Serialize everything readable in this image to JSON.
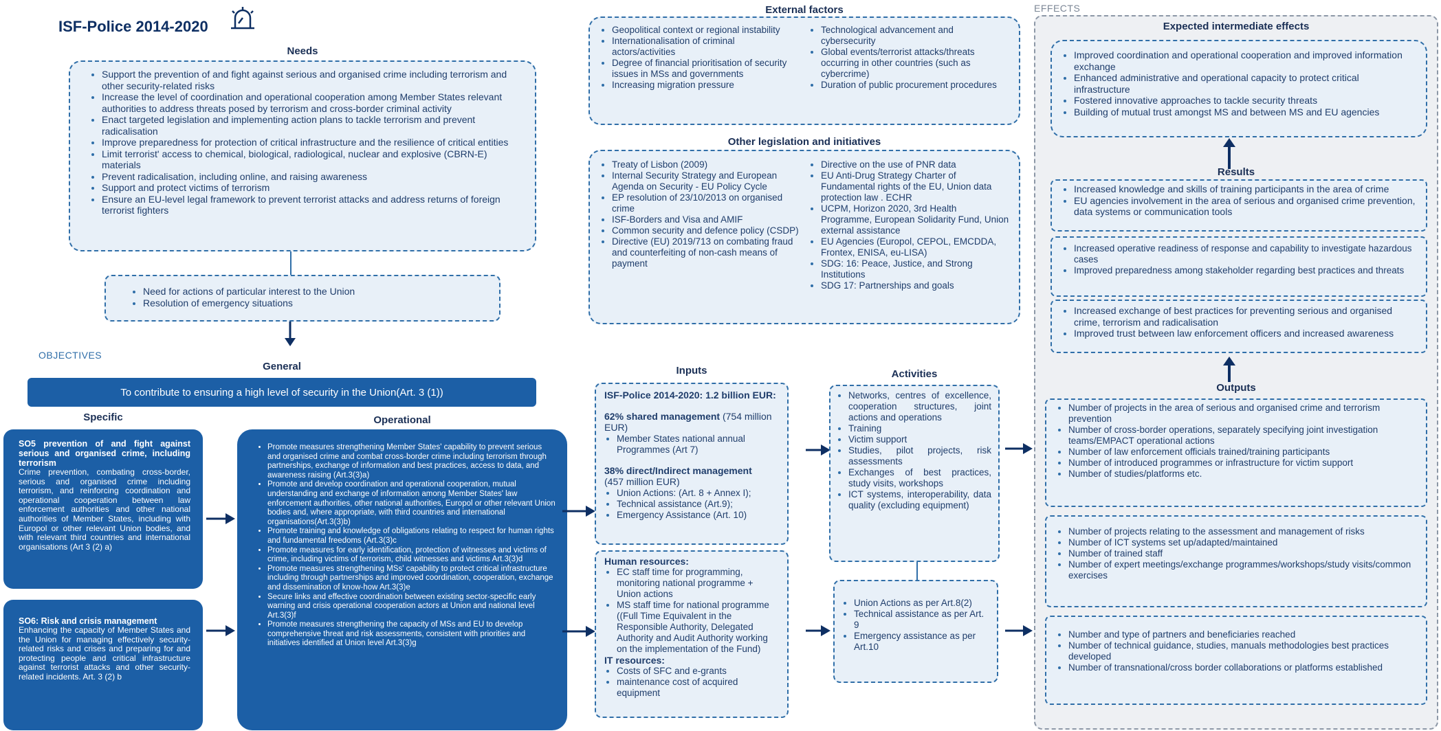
{
  "title": "ISF-Police 2014-2020",
  "sections": {
    "objectives": "OBJECTIVES",
    "effects": "EFFECTS"
  },
  "needs": {
    "heading": "Needs",
    "items": [
      "Support the prevention of and fight against serious and organised crime including terrorism and other security-related risks",
      "Increase the level of coordination and operational cooperation among Member States relevant authorities to address threats posed by terrorism and cross-border criminal activity",
      "Enact targeted legislation and implementing action plans to tackle terrorism and prevent radicalisation",
      "Improve preparedness for protection of critical infrastructure and the resilience of critical entities",
      "Limit terrorist' access to chemical, biological, radiological, nuclear and explosive (CBRN-E) materials",
      "Prevent radicalisation, including online, and raising awareness",
      "Support and protect victims of terrorism",
      "Ensure an EU-level legal framework to prevent terrorist attacks and address returns of foreign terrorist fighters"
    ]
  },
  "need_actions": {
    "items": [
      "Need for actions of particular interest to the Union",
      "Resolution of emergency situations"
    ]
  },
  "general": {
    "heading": "General",
    "text": "To contribute to ensuring a high level of security in the Union(Art. 3 (1))"
  },
  "specific": {
    "heading": "Specific",
    "so5_title": "SO5 prevention of and fight against serious and organised crime, including terrorism",
    "so5_text": "Crime prevention, combating cross-border, serious and organised crime including terrorism, and reinforcing coordination and operational cooperation between law enforcement authorities and other national authorities of Member States, including with Europol or other relevant Union bodies, and with relevant third countries and international organisations (Art 3 (2) a)",
    "so6_title": "SO6: Risk and crisis management",
    "so6_text": "Enhancing the capacity of Member States and the Union for managing effectively security-related risks and crises and preparing for and protecting people and critical infrastructure against terrorist attacks and other security-related incidents. Art. 3 (2) b"
  },
  "operational": {
    "heading": "Operational",
    "items": [
      "Promote measures strengthening Member States' capability to prevent serious and organised crime and combat cross-border crime including terrorism through partnerships, exchange of information and best practices, access to data, and awareness raising (Art.3(3)a)",
      "Promote and develop coordination and operational cooperation, mutual understanding and exchange of information among Member States' law enforcement authorities, other national authorities, Europol or other relevant Union bodies and, where appropriate, with third countries and international organisations(Art.3(3)b)",
      "Promote training and knowledge of obligations relating to respect for human rights and fundamental freedoms (Art.3(3)c",
      "Promote measures for early identification, protection of witnesses and victims of crime, including victims of terrorism, child witnesses and victims Art.3(3)d",
      "Promote measures strengthening MSs' capability to protect critical infrastructure including through partnerships and improved coordination, cooperation, exchange and dissemination of know-how Art.3(3)e",
      "Secure links and effective coordination between existing sector-specific early warning and crisis operational cooperation actors at Union and national level Art.3(3)f",
      "Promote measures strengthening the capacity of MSs and EU to develop comprehensive threat and risk assessments, consistent with priorities and initiatives identified at Union level Art.3(3)g"
    ]
  },
  "external": {
    "heading": "External factors",
    "left": [
      "Geopolitical context or regional instability",
      "Internationalisation of criminal actors/activities",
      "Degree of financial prioritisation of security issues in MSs and governments",
      "Increasing migration pressure"
    ],
    "right": [
      "Technological advancement and cybersecurity",
      "Global events/terrorist attacks/threats occurring in other countries (such as cybercrime)",
      "Duration of public procurement procedures"
    ]
  },
  "legislation": {
    "heading": "Other legislation and initiatives",
    "left": [
      "Treaty of Lisbon (2009)",
      "Internal Security Strategy and European Agenda on Security - EU Policy Cycle",
      "EP resolution of 23/10/2013 on organised crime",
      "ISF-Borders and Visa and AMIF",
      "Common security and defence policy (CSDP)",
      "Directive (EU) 2019/713 on combating fraud and counterfeiting of non-cash means of payment"
    ],
    "right": [
      "Directive on the use of PNR data",
      "EU Anti-Drug Strategy Charter of Fundamental rights of the EU, Union data protection law . ECHR",
      "UCPM, Horizon 2020, 3rd Health Programme, European Solidarity Fund, Union external assistance",
      "EU Agencies (Europol, CEPOL, EMCDDA, Frontex, ENISA, eu-LISA)",
      "SDG: 16: Peace, Justice, and Strong Institutions",
      "SDG 17: Partnerships and goals"
    ]
  },
  "inputs": {
    "heading": "Inputs",
    "budget": "ISF-Police 2014-2020: 1.2 billion EUR:",
    "shared_bold": "62% shared management",
    "shared_rest": " (754 million EUR)",
    "shared_items": [
      "Member States national annual Programmes (Art 7)"
    ],
    "direct_bold": "38% direct/Indirect management",
    "direct_rest": "(457 million EUR)",
    "direct_items": [
      "Union Actions: (Art. 8 + Annex I);",
      "Technical assistance (Art.9);",
      "Emergency Assistance (Art. 10)"
    ],
    "hr_heading": "Human resources:",
    "hr_items": [
      "EC staff time for programming, monitoring national programme + Union actions",
      "MS staff time for national programme ((Full Time Equivalent in the Responsible Authority, Delegated Authority and Audit Authority working on the implementation of the Fund)"
    ],
    "it_heading": "IT resources:",
    "it_items": [
      "Costs of SFC and e-grants",
      "maintenance cost of acquired equipment"
    ]
  },
  "activities": {
    "heading": "Activities",
    "items": [
      "Networks, centres of excellence, cooperation structures, joint actions and operations",
      "Training",
      "Victim support",
      "Studies, pilot projects, risk assessments",
      "Exchanges of best practices, study visits, workshops",
      "ICT systems, interoperability, data quality (excluding equipment)"
    ],
    "union_items": [
      "Union Actions as per Art.8(2)",
      "Technical assistance as per Art. 9",
      "Emergency assistance as per Art.10"
    ]
  },
  "intermediate": {
    "heading": "Expected intermediate effects",
    "items": [
      "Improved coordination and operational cooperation and improved information exchange",
      "Enhanced administrative and operational capacity to protect critical infrastructure",
      "Fostered innovative approaches to tackle security threats",
      "Building of mutual trust amongst MS and between MS and EU agencies"
    ]
  },
  "results": {
    "heading": "Results",
    "box1": [
      "Increased knowledge and skills of training participants in the area of crime",
      "EU agencies involvement in the area of serious and organised crime prevention, data systems or communication tools"
    ],
    "box2": [
      "Increased operative readiness of response and capability to investigate hazardous cases",
      "Improved preparedness among stakeholder regarding best practices and threats"
    ],
    "box3": [
      "Increased exchange of best practices for preventing serious and organised crime, terrorism and radicalisation",
      "Improved trust between law enforcement officers and increased awareness"
    ]
  },
  "outputs": {
    "heading": "Outputs",
    "box1": [
      "Number of projects in the area of serious and organised crime and terrorism prevention",
      "Number of cross-border operations, separately specifying joint investigation teams/EMPACT operational actions",
      "Number of law enforcement officials trained/training participants",
      "Number of introduced programmes or infrastructure for victim support",
      "Number of studies/platforms etc."
    ],
    "box2": [
      "Number of projects relating to the assessment and management of risks",
      "Number of ICT systems set up/adapted/maintained",
      "Number of trained staff",
      "Number of expert meetings/exchange programmes/workshops/study visits/common exercises"
    ],
    "box3": [
      "Number and type of partners and beneficiaries reached",
      "Number of technical guidance, studies, manuals methodologies best practices developed",
      "Number of transnational/cross border collaborations or platforms established"
    ]
  },
  "colors": {
    "primary": "#1c5fa6",
    "border": "#2f6ea8",
    "fill": "#e8f0f8",
    "text": "#1f3d6b"
  }
}
